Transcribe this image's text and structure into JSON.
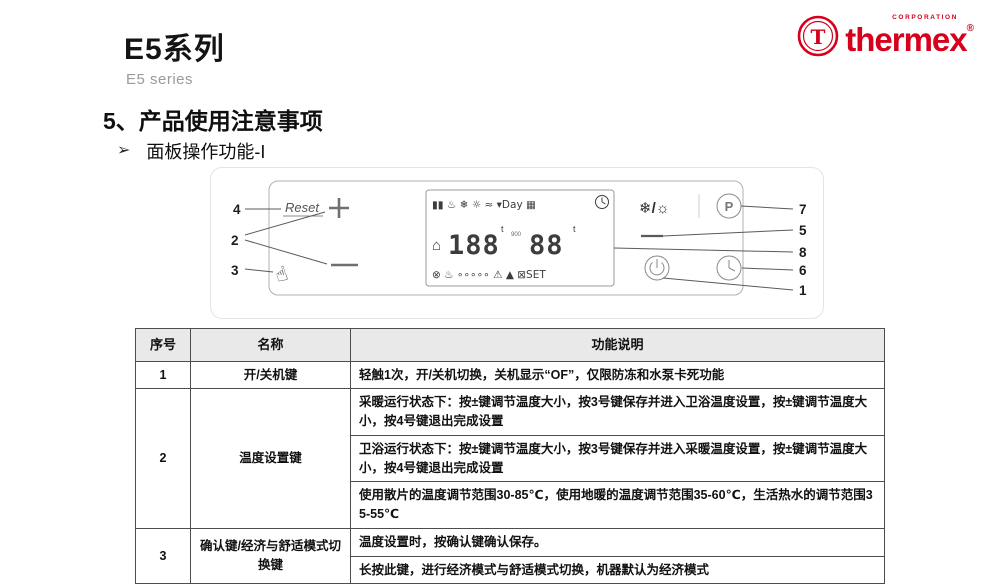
{
  "slide": {
    "series_title": "E5系列",
    "series_subtitle": "E5 series",
    "section_heading": "5、产品使用注意事项",
    "bullet_marker": "➢",
    "bullet_text": "面板操作功能-I"
  },
  "logo": {
    "mark": "T",
    "corporation": "CORPORATION",
    "brand": "thermex",
    "registered": "®",
    "color": "#d6001c"
  },
  "diagram": {
    "reset_label": "Reset",
    "hand_icon": "☝",
    "mode_icons": "❄/☼",
    "p_button_label": "P",
    "lcd": {
      "top_icons": "▮▮ ♨ ❄ ☼ ≈ ▾Day ▦",
      "house_icon": "⌂",
      "temp_main": "188",
      "temp_main_unit": "t",
      "mini_label": "900",
      "temp_sub": "88",
      "temp_sub_unit": "t",
      "bottom_icons": "⊗ ♨ ∘∘∘∘∘ ⚠ ▲  ⊠SET"
    },
    "callouts": {
      "c1": "1",
      "c2": "2",
      "c3": "3",
      "c4": "4",
      "c5": "5",
      "c6": "6",
      "c7": "7",
      "c8": "8"
    }
  },
  "table": {
    "headers": [
      "序号",
      "名称",
      "功能说明"
    ],
    "row1": {
      "num": "1",
      "name": "开/关机键",
      "desc": "轻触1次，开/关机切换，关机显示“OF”，仅限防冻和水泵卡死功能"
    },
    "row2": {
      "num": "2",
      "name": "温度设置键",
      "desc1": "采暖运行状态下：按±键调节温度大小，按3号键保存并进入卫浴温度设置，按±键调节温度大小，按4号键退出完成设置",
      "desc2": "卫浴运行状态下：按±键调节温度大小，按3号键保存并进入采暖温度设置，按±键调节温度大小，按4号键退出完成设置",
      "desc3": "使用散片的温度调节范围30-85℃，使用地暖的温度调节范围35-60℃，生活热水的调节范围35-55℃"
    },
    "row3": {
      "num": "3",
      "name": "确认键/经济与舒适模式切换键",
      "desc1": "温度设置时，按确认键确认保存。",
      "desc2": "长按此键，进行经济模式与舒适模式切换，机器默认为经济模式"
    }
  }
}
